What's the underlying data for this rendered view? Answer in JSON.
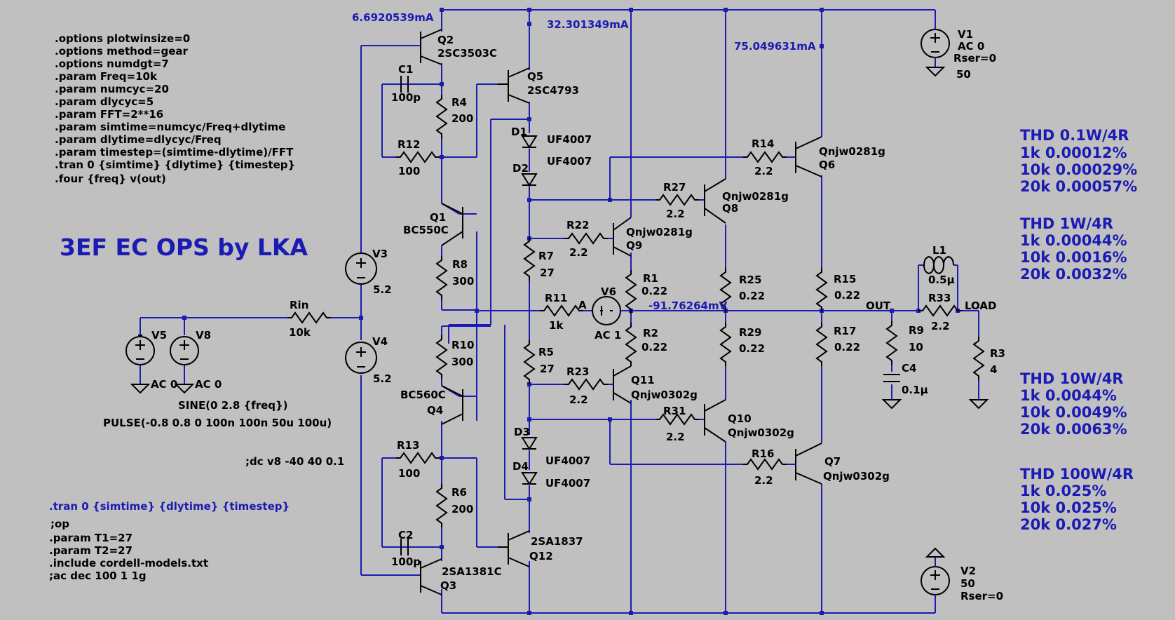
{
  "title": "3EF EC OPS by LKA",
  "directives": [
    ".options plotwinsize=0",
    ".options method=gear",
    ".options numdgt=7",
    ".param Freq=10k",
    ".param numcyc=20",
    ".param dlycyc=5",
    ".param FFT=2**16",
    ".param simtime=numcyc/Freq+dlytime",
    ".param dlytime=dlycyc/Freq",
    ".param timestep=(simtime-dlytime)/FFT",
    ".tran 0 {simtime} {dlytime} {timestep}",
    ".four {freq} v(out)"
  ],
  "directives2": {
    "tran": ".tran 0 {simtime} {dlytime} {timestep}",
    "lines": [
      ";op",
      ".param T1=27",
      ".param T2=27",
      ".include cordell-models.txt",
      ";ac dec 100 1 1g"
    ],
    "dc": ";dc v8 -40 40 0.1"
  },
  "sources": {
    "sine": "SINE(0 2.8 {freq})",
    "pulse": "PULSE(-0.8 0.8 0 100n 100n 50u 100u)"
  },
  "currents": {
    "i1": "6.6920539mA",
    "i2": "32.301349mA",
    "i3": "75.049631mA",
    "v_a": "-91.76264mV"
  },
  "thd": [
    {
      "header": "THD 0.1W/4R",
      "rows": [
        "1k  0.00012%",
        "10k 0.00029%",
        "20k 0.00057%"
      ]
    },
    {
      "header": "THD 1W/4R",
      "rows": [
        "1k  0.00044%",
        "10k 0.0016%",
        "20k 0.0032%"
      ]
    },
    {
      "header": "THD 10W/4R",
      "rows": [
        "1k  0.0044%",
        "10k 0.0049%",
        "20k 0.0063%"
      ]
    },
    {
      "header": "THD 100W/4R",
      "rows": [
        "1k  0.025%",
        "10k 0.025%",
        "20k 0.027%"
      ]
    }
  ],
  "labels": {
    "Q2": "Q2",
    "Q2m": "2SC3503C",
    "Q5": "Q5",
    "Q5m": "2SC4793",
    "C1": "C1",
    "C1v": "100p",
    "R4": "R4",
    "R4v": "200",
    "R12": "R12",
    "R12v": "100",
    "D1": "D1",
    "D1m": "UF4007",
    "D2": "D2",
    "D2m": "UF4007",
    "Q1": "Q1",
    "Q1m": "BC550C",
    "R8": "R8",
    "R8v": "300",
    "V3": "V3",
    "V3v": "5.2",
    "V4": "V4",
    "V4v": "5.2",
    "Rin": "Rin",
    "Rinv": "10k",
    "V5": "V5",
    "V5v": "AC 0",
    "V8": "V8",
    "V8v": "AC 0",
    "R10": "R10",
    "R10v": "300",
    "Q4": "Q4",
    "Q4m": "BC560C",
    "R13": "R13",
    "R13v": "100",
    "R6": "R6",
    "R6v": "200",
    "C2": "C2",
    "C2v": "100p",
    "Q3": "Q3",
    "Q3m": "2SA1381C",
    "Q12": "Q12",
    "Q12m": "2SA1837",
    "R7": "R7",
    "R7v": "27",
    "R5": "R5",
    "R5v": "27",
    "R11": "R11",
    "R11v": "1k",
    "A": "A",
    "V6": "V6",
    "V6v": "AC 1",
    "R22": "R22",
    "R22v": "2.2",
    "Q9": "Q9",
    "Q9m": "Qnjw0281g",
    "R23": "R23",
    "R23v": "2.2",
    "Q11": "Q11",
    "Q11m": "Qnjw0302g",
    "R1": "R1",
    "R1v": "0.22",
    "R2": "R2",
    "R2v": "0.22",
    "D3": "D3",
    "D3m": "UF4007",
    "D4": "D4",
    "D4m": "UF4007",
    "R14": "R14",
    "R14v": "2.2",
    "Q6": "Q6",
    "Q6m": "Qnjw0281g",
    "R27": "R27",
    "R27v": "2.2",
    "Q8": "Q8",
    "Q8m": "Qnjw0281g",
    "R25": "R25",
    "R25v": "0.22",
    "R29": "R29",
    "R29v": "0.22",
    "R31": "R31",
    "R31v": "2.2",
    "Q10": "Q10",
    "Q10m": "Qnjw0302g",
    "R16": "R16",
    "R16v": "2.2",
    "Q7": "Q7",
    "Q7m": "Qnjw0302g",
    "R15": "R15",
    "R15v": "0.22",
    "R17": "R17",
    "R17v": "0.22",
    "OUT": "OUT",
    "R9": "R9",
    "R9v": "10",
    "C4": "C4",
    "C4v": "0.1µ",
    "L1": "L1",
    "L1v": "0.5µ",
    "R33": "R33",
    "R33v": "2.2",
    "LOAD": "LOAD",
    "R3": "R3",
    "R3v": "4",
    "V1": "V1",
    "V1a": "AC 0",
    "V1b": "Rser=0",
    "V1v": "50",
    "V2": "V2",
    "V2v": "50",
    "V2b": "Rser=0"
  }
}
